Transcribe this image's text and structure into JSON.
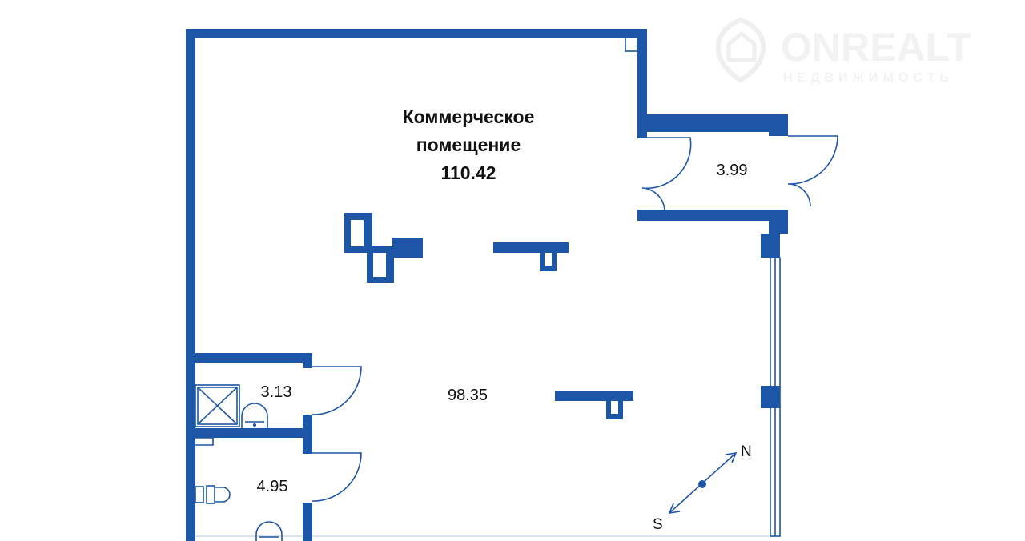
{
  "plan": {
    "main_room": {
      "title_line1": "Коммерческое",
      "title_line2": "помещение",
      "total_area": "110.42"
    },
    "hall_area": "98.35",
    "vestibule_area": "3.99",
    "shower_room_area": "3.13",
    "wc_area": "4.95"
  },
  "compass": {
    "north": "N",
    "south": "S"
  },
  "watermark": {
    "brand": "ONREALT",
    "tagline": "НЕДВИЖИМОСТЬ"
  },
  "colors": {
    "wall": "#1d55a7"
  }
}
